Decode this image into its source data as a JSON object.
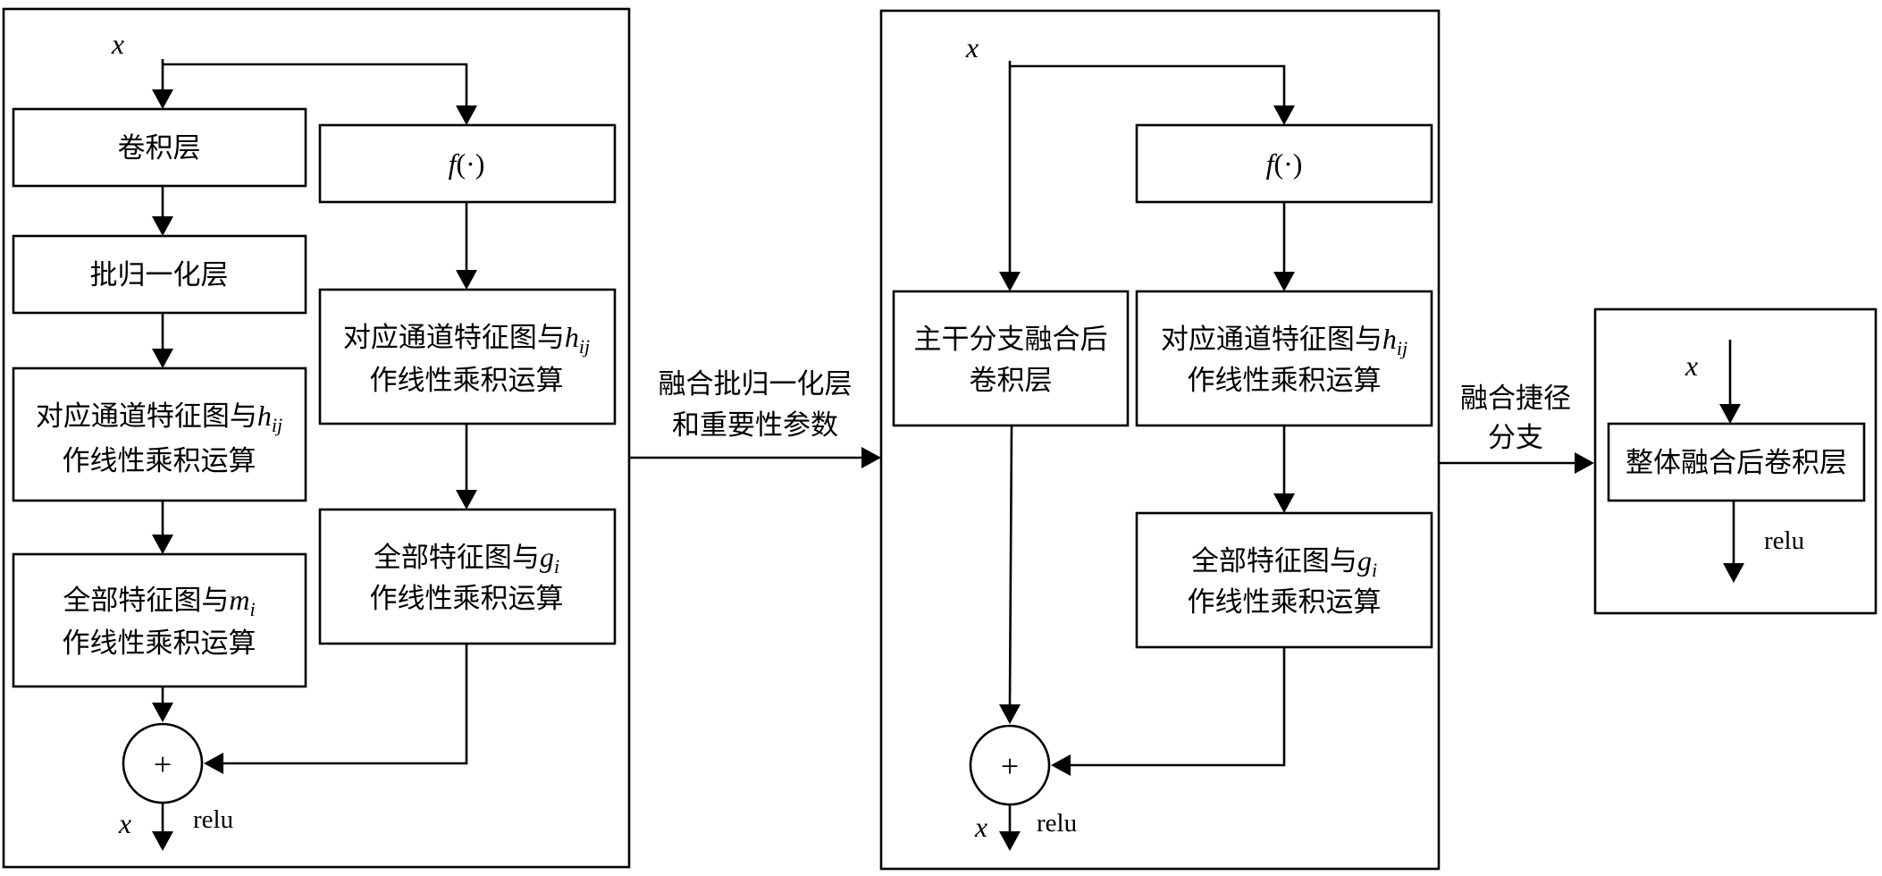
{
  "input_symbol": "x",
  "activation": "relu",
  "plus_symbol": "+",
  "panel1": {
    "input_label": "x",
    "conv": "卷积层",
    "bn": "批归一化层",
    "mul_h_line1": "对应通道特征图与",
    "mul_h_var": "h",
    "mul_h_sub": "ij",
    "mul_h_line2": "作线性乘积运算",
    "mul_m_line1": "全部特征图与",
    "mul_m_var": "m",
    "mul_m_sub": "i",
    "mul_m_line2": "作线性乘积运算",
    "f_var": "f",
    "f_arg": "(·)",
    "b_mul_h_line1": "对应通道特征图与",
    "b_mul_h_var": "h",
    "b_mul_h_sub": "ij",
    "b_mul_h_line2": "作线性乘积运算",
    "b_mul_g_line1": "全部特征图与",
    "b_mul_g_var": "g",
    "b_mul_g_sub": "i",
    "b_mul_g_line2": "作线性乘积运算",
    "output_label": "x",
    "output_act": "relu"
  },
  "arrow1": {
    "line1": "融合批归一化层",
    "line2": "和重要性参数"
  },
  "panel2": {
    "input_label": "x",
    "trunk_line1": "主干分支融合后",
    "trunk_line2": "卷积层",
    "f_var": "f",
    "f_arg": "(·)",
    "mul_h_line1": "对应通道特征图与",
    "mul_h_var": "h",
    "mul_h_sub": "ij",
    "mul_h_line2": "作线性乘积运算",
    "mul_g_line1": "全部特征图与",
    "mul_g_var": "g",
    "mul_g_sub": "i",
    "mul_g_line2": "作线性乘积运算",
    "output_label": "x",
    "output_act": "relu"
  },
  "arrow2": {
    "line1": "融合捷径",
    "line2": "分支"
  },
  "panel3": {
    "input_label": "x",
    "block": "整体融合后卷积层",
    "output_act": "relu"
  }
}
